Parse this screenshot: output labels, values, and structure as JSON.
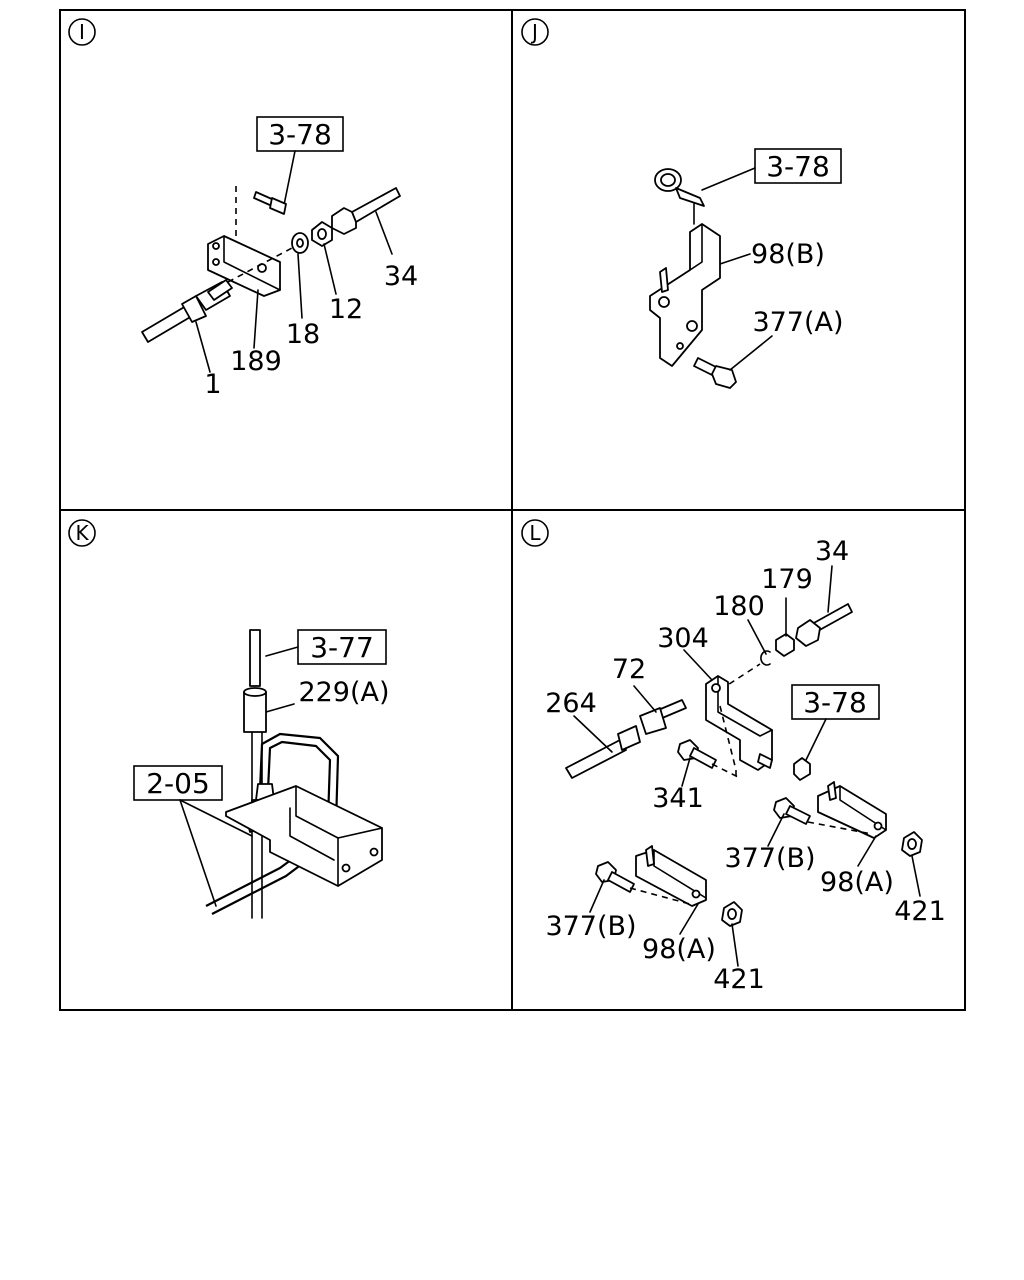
{
  "panels": {
    "I": {
      "letter": "I",
      "ref_box": "3-78",
      "labels": {
        "p1": "1",
        "p189": "189",
        "p18": "18",
        "p12": "12",
        "p34": "34"
      }
    },
    "J": {
      "letter": "J",
      "ref_box": "3-78",
      "labels": {
        "p98b": "98(B)",
        "p377a": "377(A)"
      }
    },
    "K": {
      "letter": "K",
      "ref_box_a": "3-77",
      "ref_box_b": "2-05",
      "labels": {
        "p229a": "229(A)"
      }
    },
    "L": {
      "letter": "L",
      "ref_box": "3-78",
      "labels": {
        "p34": "34",
        "p179": "179",
        "p180": "180",
        "p304": "304",
        "p72": "72",
        "p264": "264",
        "p341": "341",
        "p377b_1": "377(B)",
        "p98a_1": "98(A)",
        "p421_1": "421",
        "p377b_2": "377(B)",
        "p98a_2": "98(A)",
        "p421_2": "421"
      }
    }
  }
}
